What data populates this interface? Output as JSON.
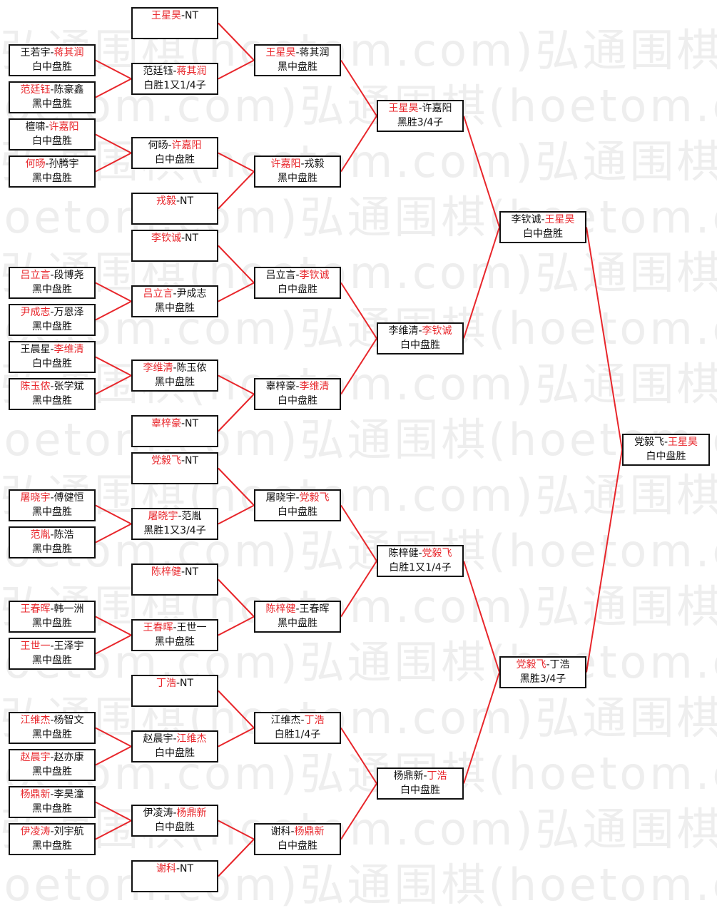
{
  "watermark": "弘通围棋(hoetom.com)",
  "separator": "-",
  "nt_label": "NT",
  "colors": {
    "winner": "#e8262b",
    "line": "#e8262b",
    "border": "#111111"
  },
  "rounds": [
    [
      {
        "p1": "王若宇",
        "p2": "蒋其润",
        "winner": 2,
        "result": "白中盘胜"
      },
      {
        "p1": "范廷钰",
        "p2": "陈豪鑫",
        "winner": 1,
        "result": "黑中盘胜"
      },
      {
        "p1": "檀啸",
        "p2": "许嘉阳",
        "winner": 2,
        "result": "白中盘胜"
      },
      {
        "p1": "何旸",
        "p2": "孙腾宇",
        "winner": 1,
        "result": "黑中盘胜"
      },
      {
        "p1": "吕立言",
        "p2": "段博尧",
        "winner": 1,
        "result": "黑中盘胜"
      },
      {
        "p1": "尹成志",
        "p2": "万恩泽",
        "winner": 1,
        "result": "黑中盘胜"
      },
      {
        "p1": "王晨星",
        "p2": "李维清",
        "winner": 2,
        "result": "白中盘胜"
      },
      {
        "p1": "陈玉侬",
        "p2": "张学斌",
        "winner": 1,
        "result": "黑中盘胜"
      },
      {
        "p1": "屠晓宇",
        "p2": "傅健恒",
        "winner": 1,
        "result": "黑中盘胜"
      },
      {
        "p1": "范胤",
        "p2": "陈浩",
        "winner": 1,
        "result": "黑中盘胜"
      },
      {
        "p1": "王春晖",
        "p2": "韩一洲",
        "winner": 1,
        "result": "黑中盘胜"
      },
      {
        "p1": "王世一",
        "p2": "王泽宇",
        "winner": 1,
        "result": "黑中盘胜"
      },
      {
        "p1": "江维杰",
        "p2": "杨智文",
        "winner": 1,
        "result": "黑中盘胜"
      },
      {
        "p1": "赵晨宇",
        "p2": "赵亦康",
        "winner": 1,
        "result": "黑中盘胜"
      },
      {
        "p1": "杨鼎新",
        "p2": "李昊潼",
        "winner": 1,
        "result": "黑中盘胜"
      },
      {
        "p1": "伊凌涛",
        "p2": "刘宇航",
        "winner": 1,
        "result": "黑中盘胜"
      }
    ],
    [
      {
        "p1": "王星昊",
        "p2": "NT",
        "winner": 1,
        "result": ""
      },
      {
        "p1": "范廷钰",
        "p2": "蒋其润",
        "winner": 2,
        "result": "白胜1又1/4子"
      },
      {
        "p1": "何旸",
        "p2": "许嘉阳",
        "winner": 2,
        "result": "白中盘胜"
      },
      {
        "p1": "戎毅",
        "p2": "NT",
        "winner": 1,
        "result": ""
      },
      {
        "p1": "李钦诚",
        "p2": "NT",
        "winner": 1,
        "result": ""
      },
      {
        "p1": "吕立言",
        "p2": "尹成志",
        "winner": 1,
        "result": "黑中盘胜"
      },
      {
        "p1": "李维清",
        "p2": "陈玉侬",
        "winner": 1,
        "result": "黑中盘胜"
      },
      {
        "p1": "辜梓豪",
        "p2": "NT",
        "winner": 1,
        "result": ""
      },
      {
        "p1": "党毅飞",
        "p2": "NT",
        "winner": 1,
        "result": ""
      },
      {
        "p1": "屠晓宇",
        "p2": "范胤",
        "winner": 1,
        "result": "黑胜1又3/4子"
      },
      {
        "p1": "陈梓健",
        "p2": "NT",
        "winner": 1,
        "result": ""
      },
      {
        "p1": "王春晖",
        "p2": "王世一",
        "winner": 1,
        "result": "黑中盘胜"
      },
      {
        "p1": "丁浩",
        "p2": "NT",
        "winner": 1,
        "result": ""
      },
      {
        "p1": "赵晨宇",
        "p2": "江维杰",
        "winner": 2,
        "result": "白中盘胜"
      },
      {
        "p1": "伊凌涛",
        "p2": "杨鼎新",
        "winner": 2,
        "result": "白中盘胜"
      },
      {
        "p1": "谢科",
        "p2": "NT",
        "winner": 1,
        "result": ""
      }
    ],
    [
      {
        "p1": "王星昊",
        "p2": "蒋其润",
        "winner": 1,
        "result": "黑中盘胜"
      },
      {
        "p1": "许嘉阳",
        "p2": "戎毅",
        "winner": 1,
        "result": "黑中盘胜"
      },
      {
        "p1": "吕立言",
        "p2": "李钦诚",
        "winner": 2,
        "result": "白中盘胜"
      },
      {
        "p1": "辜梓豪",
        "p2": "李维清",
        "winner": 2,
        "result": "白中盘胜"
      },
      {
        "p1": "屠晓宇",
        "p2": "党毅飞",
        "winner": 2,
        "result": "白中盘胜"
      },
      {
        "p1": "陈梓健",
        "p2": "王春晖",
        "winner": 1,
        "result": "黑中盘胜"
      },
      {
        "p1": "江维杰",
        "p2": "丁浩",
        "winner": 2,
        "result": "白胜1/4子"
      },
      {
        "p1": "谢科",
        "p2": "杨鼎新",
        "winner": 2,
        "result": "白中盘胜"
      }
    ],
    [
      {
        "p1": "王星昊",
        "p2": "许嘉阳",
        "winner": 1,
        "result": "黑胜3/4子"
      },
      {
        "p1": "李维清",
        "p2": "李钦诚",
        "winner": 2,
        "result": "白中盘胜"
      },
      {
        "p1": "陈梓健",
        "p2": "党毅飞",
        "winner": 2,
        "result": "白胜1又1/4子"
      },
      {
        "p1": "杨鼎新",
        "p2": "丁浩",
        "winner": 2,
        "result": "白中盘胜"
      }
    ],
    [
      {
        "p1": "李钦诚",
        "p2": "王星昊",
        "winner": 2,
        "result": "白中盘胜"
      },
      {
        "p1": "党毅飞",
        "p2": "丁浩",
        "winner": 1,
        "result": "黑胜3/4子"
      }
    ],
    [
      {
        "p1": "党毅飞",
        "p2": "王星昊",
        "winner": 2,
        "result": "白中盘胜"
      }
    ]
  ]
}
